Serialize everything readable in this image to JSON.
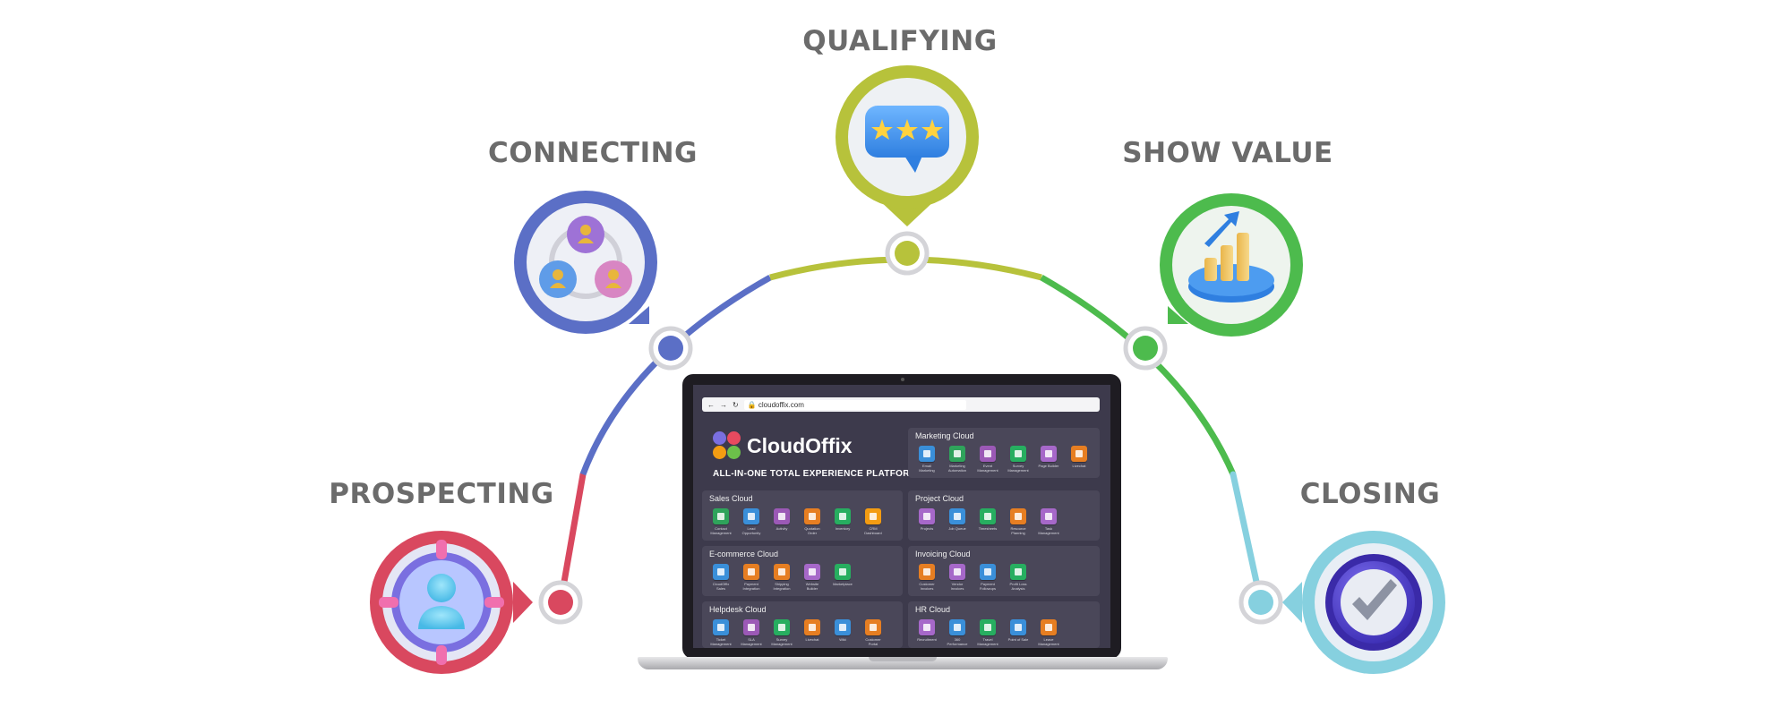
{
  "colors": {
    "prospecting": "#d9485f",
    "connecting": "#5b6fc6",
    "qualifying": "#b7c23b",
    "show_value": "#4dbb4d",
    "closing": "#86d0df"
  },
  "stages": [
    {
      "key": "prospecting",
      "label": "PROSPECTING",
      "icon": "target-person-icon"
    },
    {
      "key": "connecting",
      "label": "CONNECTING",
      "icon": "network-people-icon"
    },
    {
      "key": "qualifying",
      "label": "QUALIFYING",
      "icon": "star-rating-bubble-icon"
    },
    {
      "key": "show_value",
      "label": "SHOW VALUE",
      "icon": "growth-chart-icon"
    },
    {
      "key": "closing",
      "label": "CLOSING",
      "icon": "checkmark-badge-icon"
    }
  ],
  "laptop": {
    "url": "cloudoffix.com",
    "brand": "CloudOffix",
    "tagline": "ALL-IN-ONE TOTAL EXPERIENCE PLATFORM",
    "panels": [
      {
        "title": "Marketing Cloud",
        "tiles": [
          {
            "label": "Email Marketing",
            "color": "#3a8fd9"
          },
          {
            "label": "Marketing Automation",
            "color": "#2fa35b"
          },
          {
            "label": "Event Management",
            "color": "#9b59b6"
          },
          {
            "label": "Survey Management",
            "color": "#27ae60"
          },
          {
            "label": "Page Builder",
            "color": "#a668c9"
          },
          {
            "label": "Livechat",
            "color": "#e67e22"
          }
        ]
      },
      {
        "title": "Sales Cloud",
        "tiles": [
          {
            "label": "Contact Management",
            "color": "#2fa35b"
          },
          {
            "label": "Lead Opportunity",
            "color": "#3a8fd9"
          },
          {
            "label": "Activity",
            "color": "#9b59b6"
          },
          {
            "label": "Quotation Order",
            "color": "#e67e22"
          },
          {
            "label": "Inventory",
            "color": "#27ae60"
          },
          {
            "label": "CRM Dashboard",
            "color": "#f39c12"
          }
        ]
      },
      {
        "title": "Project Cloud",
        "tiles": [
          {
            "label": "Projects",
            "color": "#a668c9"
          },
          {
            "label": "Job Queue",
            "color": "#3a8fd9"
          },
          {
            "label": "Timesheets",
            "color": "#27ae60"
          },
          {
            "label": "Resource Planning",
            "color": "#e67e22"
          },
          {
            "label": "Task Management",
            "color": "#a668c9"
          }
        ]
      },
      {
        "title": "E-commerce Cloud",
        "tiles": [
          {
            "label": "CloudOffix Sales",
            "color": "#3a8fd9"
          },
          {
            "label": "Payment Integration",
            "color": "#e67e22"
          },
          {
            "label": "Shipping Integration",
            "color": "#e67e22"
          },
          {
            "label": "Website Builder",
            "color": "#a668c9"
          },
          {
            "label": "Marketplace",
            "color": "#27ae60"
          }
        ]
      },
      {
        "title": "Invoicing Cloud",
        "tiles": [
          {
            "label": "Customer Invoices",
            "color": "#e67e22"
          },
          {
            "label": "Vendor Invoices",
            "color": "#a668c9"
          },
          {
            "label": "Payment Followups",
            "color": "#3a8fd9"
          },
          {
            "label": "Profit Loss Analysis",
            "color": "#27ae60"
          }
        ]
      },
      {
        "title": "Helpdesk Cloud",
        "tiles": [
          {
            "label": "Ticket Management",
            "color": "#3a8fd9"
          },
          {
            "label": "SLA Management",
            "color": "#9b59b6"
          },
          {
            "label": "Survey Management",
            "color": "#27ae60"
          },
          {
            "label": "Livechat",
            "color": "#e67e22"
          },
          {
            "label": "Wiki",
            "color": "#3a8fd9"
          },
          {
            "label": "Customer Portal",
            "color": "#e67e22"
          }
        ]
      },
      {
        "title": "HR Cloud",
        "tiles": [
          {
            "label": "Recruitment",
            "color": "#a668c9"
          },
          {
            "label": "360 Performance",
            "color": "#3a8fd9"
          },
          {
            "label": "Travel Management",
            "color": "#27ae60"
          },
          {
            "label": "Point of Sale",
            "color": "#3a8fd9"
          },
          {
            "label": "Leave Management",
            "color": "#e67e22"
          }
        ]
      }
    ]
  }
}
